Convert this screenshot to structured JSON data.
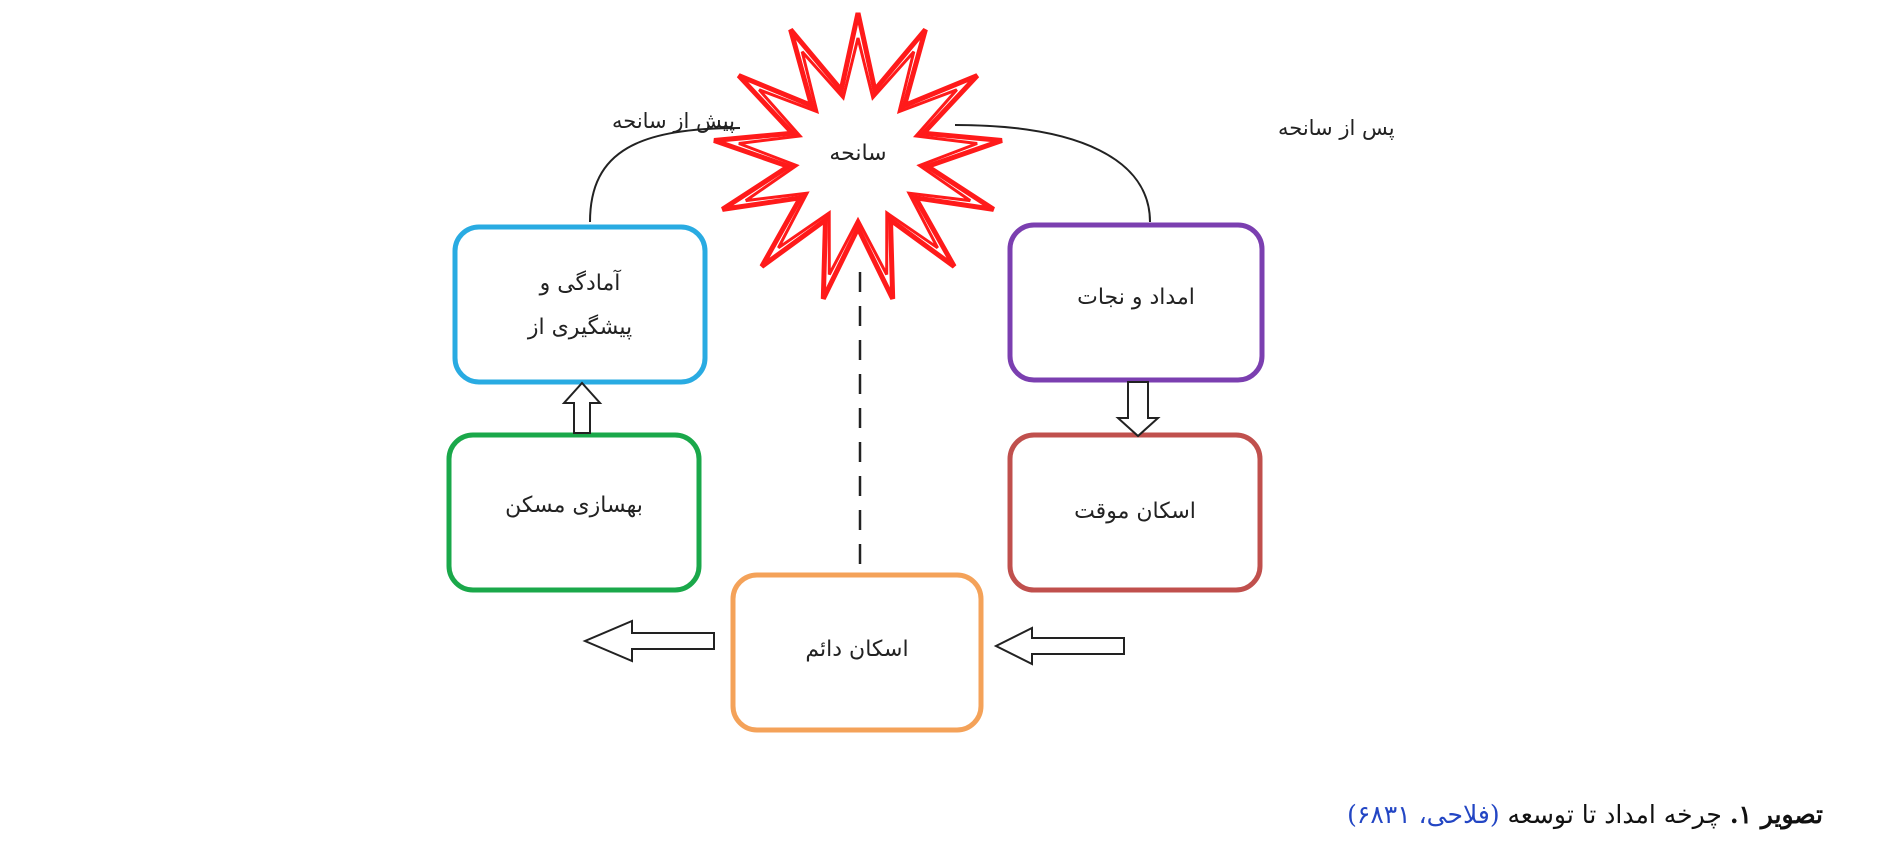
{
  "diagram": {
    "center_label": "سانحه",
    "before_label": "پیش از سانحه",
    "after_label": "پس از سانحه",
    "boxes": {
      "preparedness": {
        "line1": "آمادگی و",
        "line2": "پیشگیری از",
        "color": "#29abe2"
      },
      "relief": {
        "label": "امداد و نجات",
        "color": "#7b3fb0"
      },
      "temporary": {
        "label": "اسکان موقت",
        "color": "#c0504d"
      },
      "permanent": {
        "label": "اسکان دائم",
        "color": "#f4a259"
      },
      "retrofit": {
        "label": "بهسازی مسکن",
        "color": "#1aa84a"
      }
    },
    "burst_color": "#ff1a1a"
  },
  "caption": {
    "prefix": "تصویر ۱.",
    "text": " چرخه امداد تا توسعه ",
    "citation": "(فلاحی، ۶۸۳۱)"
  }
}
